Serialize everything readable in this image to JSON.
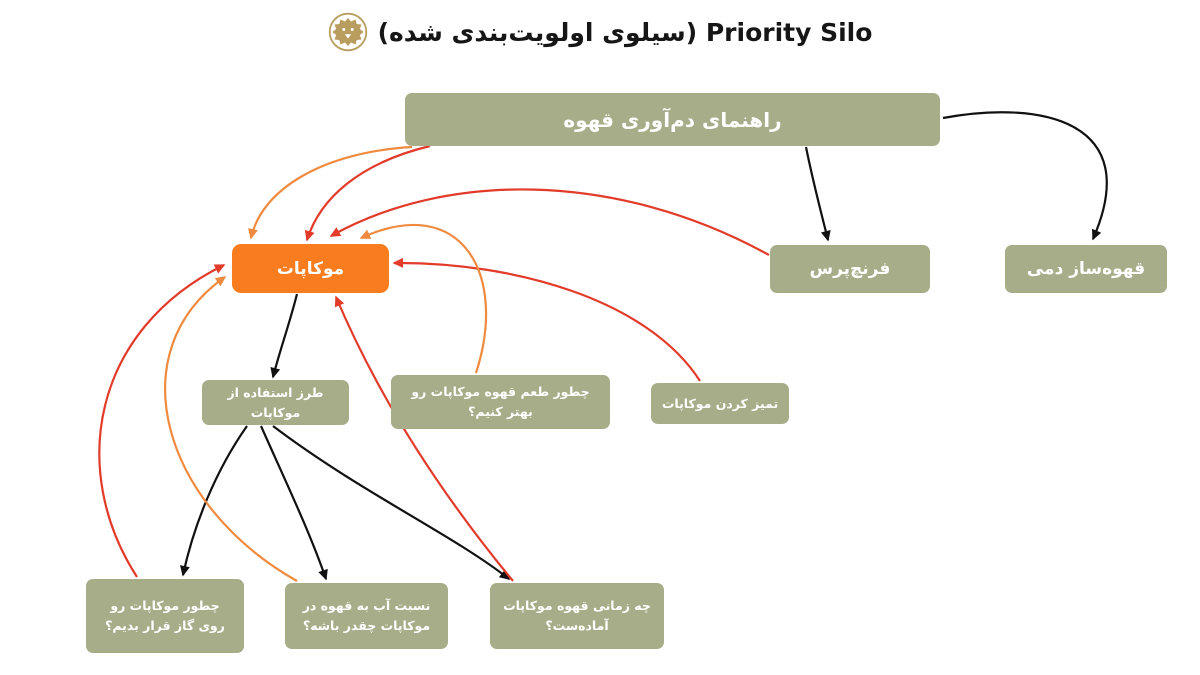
{
  "title": {
    "full": "Priority Silo (سیلوی اولویت‌بندی شده)"
  },
  "colors": {
    "node_green": "#a8ad89",
    "node_orange": "#f97d1f",
    "arrow_black": "#111111",
    "arrow_red": "#e23b2a",
    "arrow_orange": "#f08a3f",
    "logo_tan": "#b89d5e"
  },
  "nodes": {
    "guide": {
      "label": "راهنمای دم‌آوری قهوه"
    },
    "mokapot": {
      "label": "موکاپات"
    },
    "french_press": {
      "label": "فرنچ‌پرس"
    },
    "drip": {
      "label": "قهوه‌ساز دمی"
    },
    "usage": {
      "label": "طرز استفاده از موکاپات"
    },
    "taste": {
      "label": "چطور طعم قهوه موکاپات رو بهتر کنیم؟"
    },
    "clean": {
      "label": "تمیز کردن موکاپات"
    },
    "gas": {
      "label": "چطور موکاپات رو روی گاز قرار بدیم؟"
    },
    "ratio": {
      "label": "نسبت آب به قهوه در موکاپات چقدر باشه؟"
    },
    "ready": {
      "label": "چه زمانی قهوه موکاپات آماده‌ست؟"
    }
  },
  "edges": [
    {
      "from": "guide",
      "to": "french_press",
      "color": "black"
    },
    {
      "from": "guide",
      "to": "drip",
      "color": "black"
    },
    {
      "from": "guide",
      "to": "mokapot",
      "color": "red"
    },
    {
      "from": "guide",
      "to": "mokapot",
      "color": "orange"
    },
    {
      "from": "french_press",
      "to": "mokapot",
      "color": "red"
    },
    {
      "from": "clean",
      "to": "mokapot",
      "color": "red"
    },
    {
      "from": "taste",
      "to": "mokapot",
      "color": "orange"
    },
    {
      "from": "mokapot",
      "to": "usage",
      "color": "black"
    },
    {
      "from": "usage",
      "to": "gas",
      "color": "black"
    },
    {
      "from": "usage",
      "to": "ratio",
      "color": "black"
    },
    {
      "from": "usage",
      "to": "ready",
      "color": "black"
    },
    {
      "from": "gas",
      "to": "mokapot",
      "color": "red"
    },
    {
      "from": "ratio",
      "to": "mokapot",
      "color": "orange"
    },
    {
      "from": "ready",
      "to": "mokapot",
      "color": "red"
    }
  ]
}
